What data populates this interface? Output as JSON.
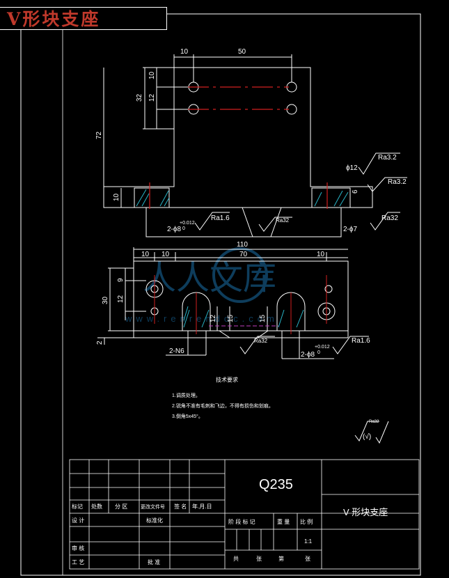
{
  "title_tag": "V形块支座",
  "watermark": {
    "text": "人人文库",
    "sub": "www.renrendoc.com"
  },
  "top_view": {
    "dim_top_left": "10",
    "dim_top_span": "50",
    "dim_hole_v1": "10",
    "dim_hole_v2": "12",
    "dim_height_32": "32",
    "dim_height_72": "72",
    "dim_base_10": "10",
    "dim_hole_d12": "ϕ12",
    "rough_top": "Ra3.2",
    "rough_step": "Ra3.2",
    "dim_6": "6",
    "rough_bottom_left": "Ra1.6",
    "rough_v": "Ra32",
    "rough_bottom_right": "Ra32",
    "dim_pin_left": "2-ϕ8",
    "tol_pin_left": "+0.012",
    "tol_pin_left_lower": "0",
    "dim_hole_right": "2-ϕ7"
  },
  "front_view": {
    "dim_total": "110",
    "dim_10a": "10",
    "dim_10b": "10",
    "dim_70": "70",
    "dim_10c": "10",
    "dim_9": "9",
    "dim_12": "12",
    "dim_30": "30",
    "dim_2": "2",
    "dim_12b": "12",
    "dim_15a": "15",
    "dim_15b": "15",
    "dim_slot": "2-N6",
    "rough_center": "Ra32",
    "dim_pin": "2-ϕ8",
    "tol_pin": "+0.012",
    "tol_pin_lower": "0",
    "rough_right": "Ra1.6"
  },
  "notes": {
    "heading": "技术要求",
    "items": [
      "1.调质处理。",
      "2.锐角不准有毛刺和飞边，不得有损伤和划痕。",
      "3.倒角5x45°。"
    ]
  },
  "rough_general": {
    "label": "Ra32",
    "paren": "(√)"
  },
  "title_block": {
    "material": "Q235",
    "part_name": "V 形块支座",
    "scale": "1:1",
    "cells": {
      "biaoji": "标记",
      "chushu": "处数",
      "fenqu": "分 区",
      "gengwenjian": "更改文件号",
      "qianming": "签 名",
      "nianyueri": "年.月.日",
      "sheji": "设 计",
      "biaozhunhua": "标准化",
      "jieduan": "阶 段 标 记",
      "zhongliang": "重 量",
      "bili": "比 例",
      "shenhe": "审 核",
      "gongyi": "工 艺",
      "pizhun": "批 准",
      "gong": "共",
      "zhang": "张",
      "di": "第",
      "zhang2": "张"
    }
  },
  "colors": {
    "line": "#ffffff",
    "accent_red": "#d12020",
    "cyan": "#2ab7c9",
    "magenta": "#c040c0",
    "title_red": "#c0392b"
  }
}
